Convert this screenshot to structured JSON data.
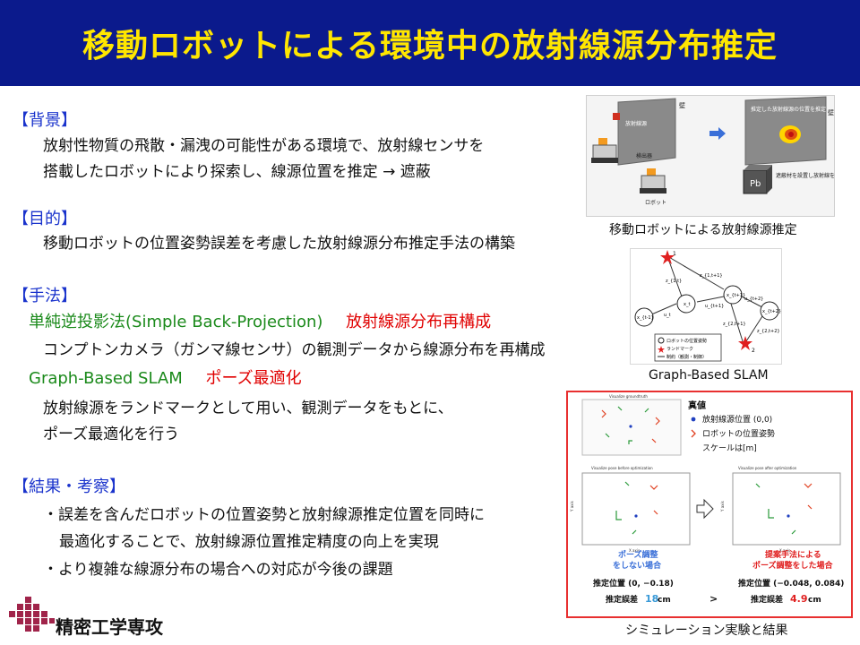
{
  "title": "移動ロボットによる環境中の放射線源分布推定",
  "background": {
    "heading": "【背景】",
    "line1": "放射性物質の飛散・漏洩の可能性がある環境で、放射線センサを",
    "line2": "搭載したロボットにより探索し、線源位置を推定 → 遮蔽"
  },
  "purpose": {
    "heading": "【目的】",
    "line1": "移動ロボットの位置姿勢誤差を考慮した放射線源分布推定手法の構築"
  },
  "method": {
    "heading": "【手法】",
    "sbp_name": "単純逆投影法(Simple  Back-Projection)",
    "sbp_role": "放射線源分布再構成",
    "sbp_desc": "コンプトンカメラ（ガンマ線センサ）の観測データから線源分布を再構成",
    "slam_name": "Graph-Based  SLAM",
    "slam_role": "ポーズ最適化",
    "slam_desc1": "放射線源をランドマークとして用い、観測データをもとに、",
    "slam_desc2": "ポーズ最適化を行う"
  },
  "results": {
    "heading": "【結果・考察】",
    "line1": "・誤差を含んだロボットの位置姿勢と放射線源推定位置を同時に",
    "line2": "最適化することで、放射線源位置推定精度の向上を実現",
    "line3": "・より複雑な線源分布の場合への対応が今後の課題"
  },
  "logo_text": "精密工学専攻",
  "fig1": {
    "caption": "移動ロボットによる放射線源推定",
    "wall": "壁",
    "source": "放射線源",
    "detector": "検出器",
    "robot": "ロボット",
    "estimated": "推定した放射線源の位置を推定",
    "shield_note": "遮蔽材を設置し放射線を遮蔽",
    "pb": "Pb"
  },
  "fig2": {
    "caption": "Graph-Based SLAM",
    "legend_pose": "ロボットの位置姿勢",
    "legend_landmark": "ランドマーク",
    "legend_constraint": "制約（観測・制御）",
    "nodes": [
      "x_{t-1}",
      "x_t",
      "x_{t+1}",
      "x_{t+2}"
    ],
    "edges": [
      "u_t",
      "u_{t+1}",
      "u_{t+2}",
      "z_{1,t}",
      "z_{1,t+1}",
      "z_{2,t+1}",
      "z_{2,t+2}"
    ],
    "landmarks": [
      "1",
      "2"
    ]
  },
  "fig3": {
    "caption": "シミュレーション実験と結果",
    "truth_title": "真値",
    "legend_source": "放射線源位置 (0,0)",
    "legend_pose": "ロボットの位置姿勢",
    "scale": "スケールは[m]",
    "plot_top_title": "Visualize groundtruth",
    "plot_left_title": "Visualize pose before optimization",
    "plot_right_title": "Visualize pose after optimization",
    "xlabel": "X axis",
    "ylabel": "Y axis",
    "no_adjust_1": "ポーズ調整",
    "no_adjust_2": "をしない場合",
    "proposed_1": "提案手法による",
    "proposed_2": "ポーズ調整をした場合",
    "est_left": "推定位置 (0, −0.18)",
    "est_right": "推定位置 (−0.048, 0.084)",
    "err_label": "推定誤差",
    "err_left_value": "18",
    "err_right_value": "4.9",
    "err_unit": "cm",
    "compare": ">"
  },
  "colors": {
    "title_bg": "#0b1a8c",
    "title_fg": "#ffe600",
    "heading": "#1a33cc",
    "green": "#1b8a1b",
    "red": "#e00000",
    "frame_red": "#e83030"
  }
}
